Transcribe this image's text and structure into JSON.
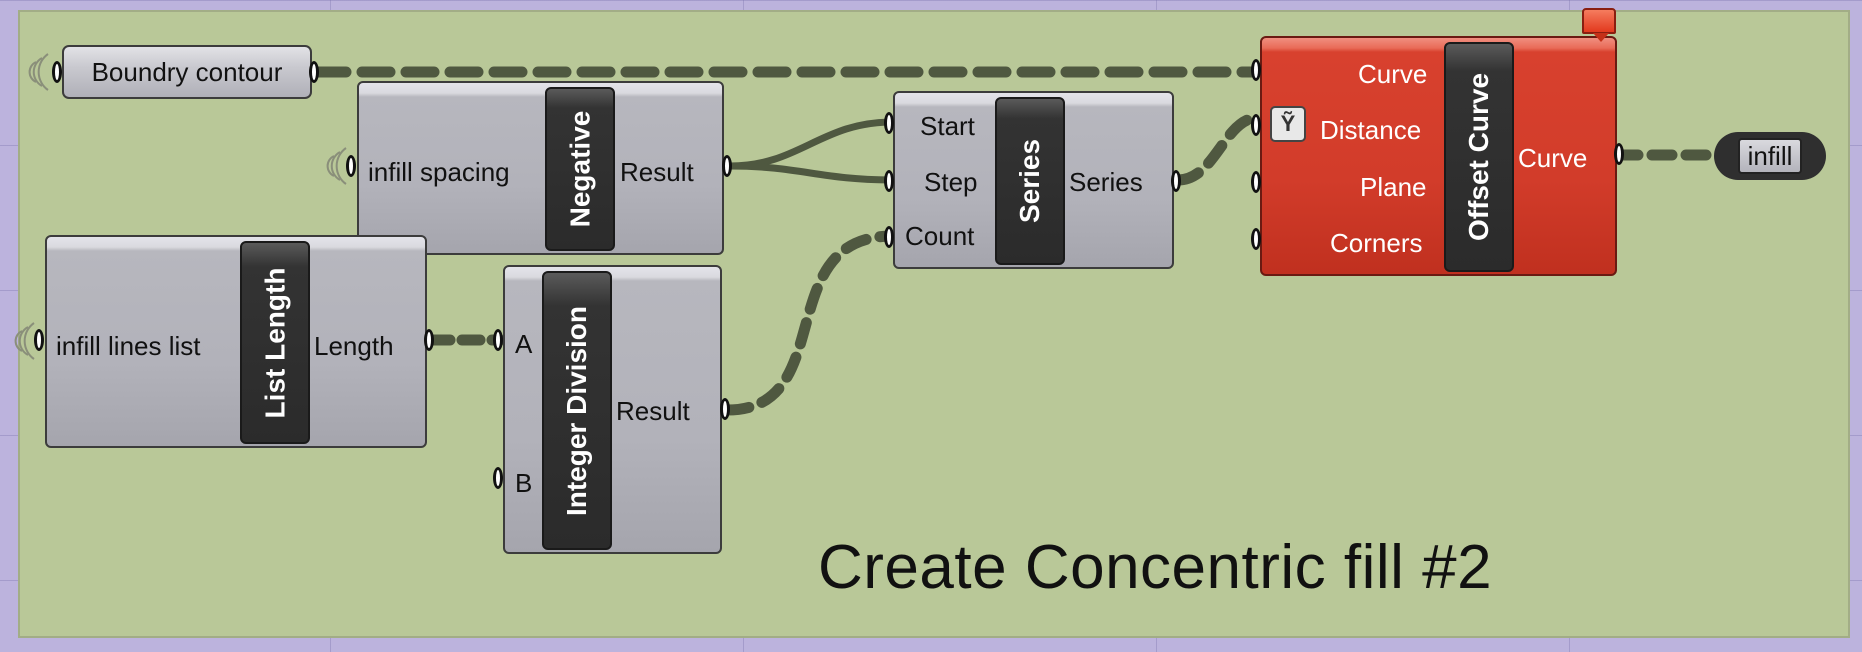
{
  "group": {
    "title": "Create Concentric fill #2",
    "color": "#b9c898"
  },
  "params": {
    "boundary": {
      "label": "Boundry contour"
    },
    "infill_spacing": {
      "label": "infill spacing"
    },
    "infill_lines": {
      "label": "infill lines list"
    },
    "infill_out": {
      "label": "infill"
    }
  },
  "components": {
    "negative": {
      "name": "Negative",
      "output": "Result"
    },
    "list_length": {
      "name": "List Length",
      "output": "Length"
    },
    "integer_division": {
      "name": "Integer Division",
      "inputs": [
        "A",
        "B"
      ],
      "output": "Result"
    },
    "series": {
      "name": "Series",
      "inputs": [
        "Start",
        "Step",
        "Count"
      ],
      "output": "Series"
    },
    "offset_curve": {
      "name": "Offset Curve",
      "inputs": [
        "Curve",
        "Distance",
        "Plane",
        "Corners"
      ],
      "output": "Curve",
      "color": "#d23c2a",
      "warning": true
    }
  },
  "icons": {
    "reparameterize": "reparameterize-icon",
    "warning": "warning-flag-icon",
    "wireless": "wireless-source-icon"
  },
  "colors": {
    "canvas": "#bcb3dd",
    "wire": "#4f5840",
    "component": "#b2b2ba",
    "error": "#d23c2a"
  }
}
